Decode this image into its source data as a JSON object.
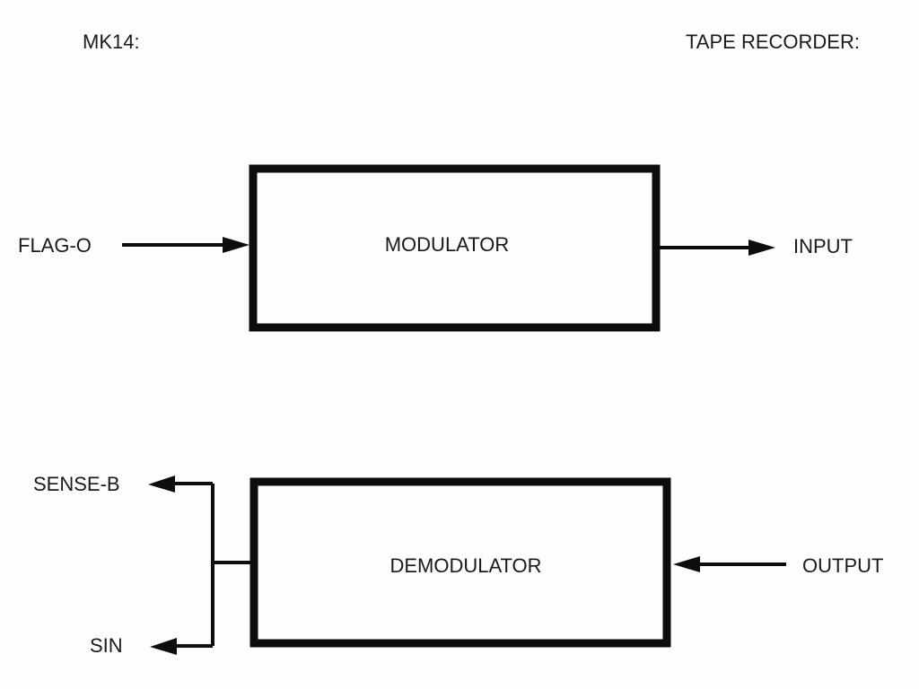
{
  "headings": {
    "left": "MK14:",
    "right": "TAPE RECORDER:"
  },
  "blocks": {
    "modulator": "MODULATOR",
    "demodulator": "DEMODULATOR"
  },
  "signals": {
    "flag_out": "FLAG-O",
    "input": "INPUT",
    "sense_b": "SENSE-B",
    "sin": "SIN",
    "output": "OUTPUT"
  }
}
